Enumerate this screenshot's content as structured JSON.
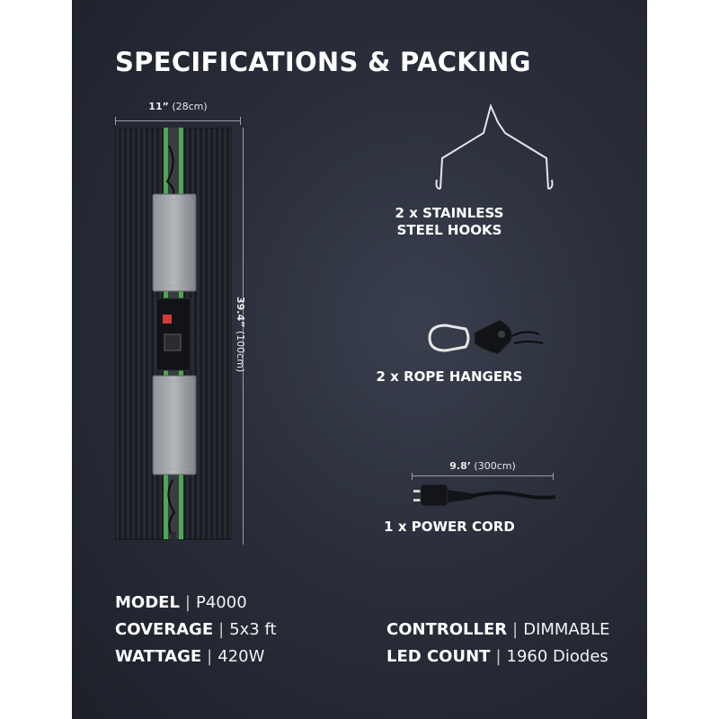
{
  "title": "SPECIFICATIONS & PACKING",
  "dimensions": {
    "width_main": "11”",
    "width_alt": "(28cm)",
    "length_main": "39.4”",
    "length_alt": "(100cm)",
    "cord_main": "9.8’",
    "cord_alt": "(300cm)"
  },
  "packing": {
    "hooks_line1": "2 x STAINLESS",
    "hooks_line2": "STEEL HOOKS",
    "ropes": "2 x ROPE HANGERS",
    "cord": "1 x POWER CORD"
  },
  "specs": {
    "model_key": "MODEL",
    "model_val": "P4000",
    "coverage_key": "COVERAGE",
    "coverage_val": "5x3 ft",
    "wattage_key": "WATTAGE",
    "wattage_val": "420W",
    "controller_key": "CONTROLLER",
    "controller_val": "DIMMABLE",
    "led_key": "LED COUNT",
    "led_val": "1960 Diodes",
    "separator": "|"
  },
  "colors": {
    "background": "#262a35",
    "accent_green": "#3fae4a",
    "text": "#ffffff"
  },
  "icons": [
    "grow-light-image",
    "stainless-hook-icon",
    "rope-hanger-icon",
    "power-cord-icon"
  ]
}
